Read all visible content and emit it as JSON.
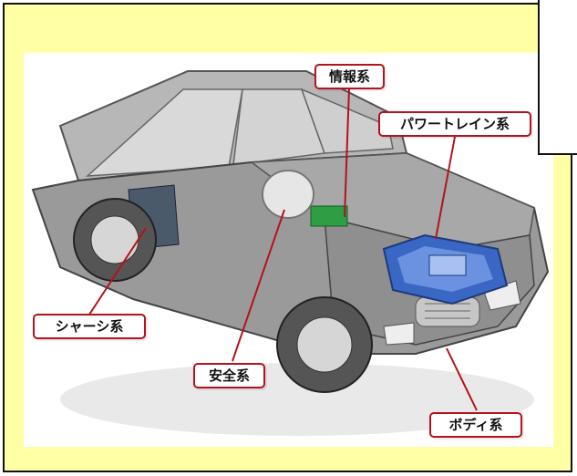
{
  "labels": {
    "info": "情報系",
    "powertrain": "パワートレイン系",
    "chassis": "シャーシ系",
    "safety": "安全系",
    "body": "ボディ系"
  },
  "colors": {
    "panel_background": "#ffffa6",
    "callout_border": "#b5121b",
    "car_body": "#9a9a9a",
    "engine": "#3a66c4",
    "electronics": "#2e9e44"
  }
}
